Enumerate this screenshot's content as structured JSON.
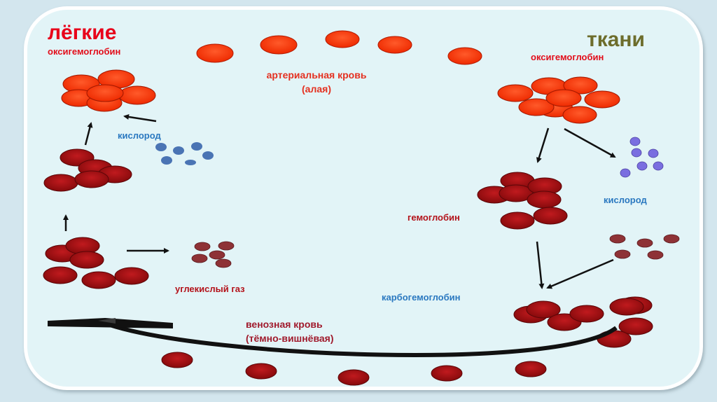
{
  "labels": {
    "lungs": "лёгкие",
    "tissues": "ткани",
    "oxy_left": "оксигемоглобин",
    "oxy_right": "оксигемоглобин",
    "arterial_line1": "артериальная кровь",
    "arterial_line2": "(алая)",
    "oxygen_left": "кислород",
    "oxygen_right": "кислород",
    "hemoglobin": "гемоглобин",
    "co2": "углекислый газ",
    "carbo": "карбогемоглобин",
    "venous_line1": "венозная кровь",
    "venous_line2": "(тёмно-вишнёвая)"
  },
  "colors": {
    "arterial_cell": "#ff3300",
    "venous_cell": "#a80f12",
    "oxygen_dot_left": "#4a74b4",
    "oxygen_dot_right": "#7a6ee0",
    "co2_dot": "#8e3236",
    "lungs_title": "#e8001a",
    "tissues_title": "#6d6d2c",
    "red_text": "#e20d1a",
    "dark_red_text": "#b3121a",
    "blue_text": "#2a78c0",
    "venous_text": "#a01a2c",
    "arterial_text": "#e43020"
  }
}
